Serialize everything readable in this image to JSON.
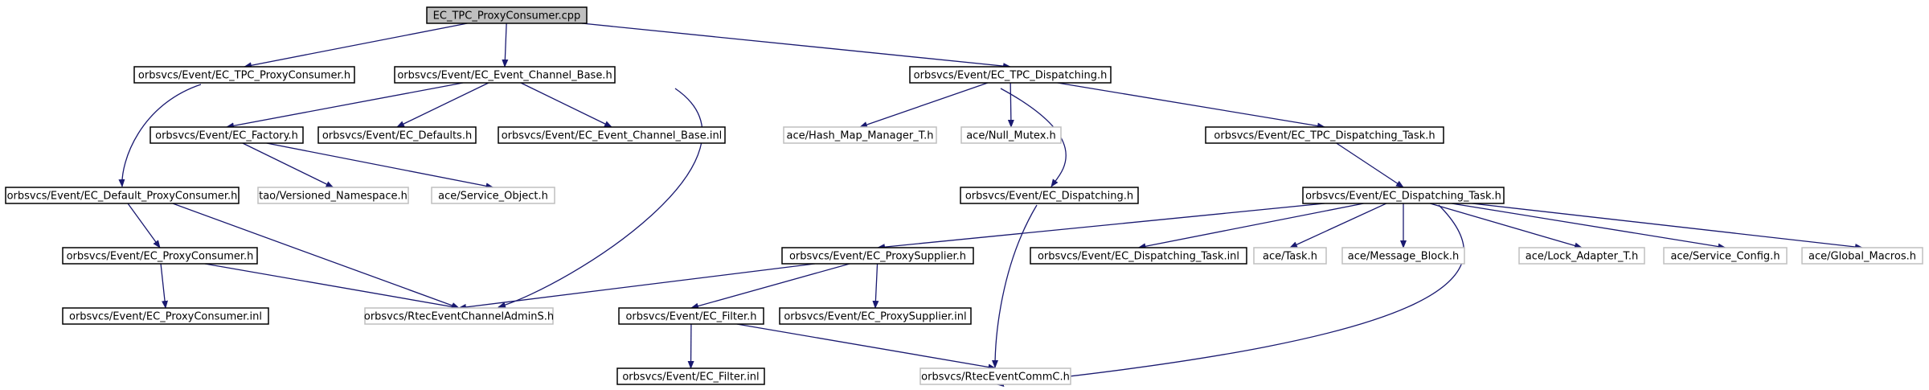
{
  "colors": {
    "edge": "#191970",
    "root_fill": "#bfbfbf",
    "box_stroke_solid": "#000000",
    "box_stroke_external": "#bfbfbf",
    "background": "#ffffff"
  },
  "nodes": [
    {
      "id": "ec_tpc_proxyconsumer_cpp",
      "label": "EC_TPC_ProxyConsumer.cpp",
      "kind": "root"
    },
    {
      "id": "ec_tpc_proxyconsumer_h",
      "label": "orbsvcs/Event/EC_TPC_ProxyConsumer.h",
      "kind": "solid"
    },
    {
      "id": "ec_event_channel_base_h",
      "label": "orbsvcs/Event/EC_Event_Channel_Base.h",
      "kind": "solid"
    },
    {
      "id": "ec_tpc_dispatching_h",
      "label": "orbsvcs/Event/EC_TPC_Dispatching.h",
      "kind": "solid"
    },
    {
      "id": "ec_factory_h",
      "label": "orbsvcs/Event/EC_Factory.h",
      "kind": "solid"
    },
    {
      "id": "ec_defaults_h",
      "label": "orbsvcs/Event/EC_Defaults.h",
      "kind": "solid"
    },
    {
      "id": "ec_event_channel_base_inl",
      "label": "orbsvcs/Event/EC_Event_Channel_Base.inl",
      "kind": "solid"
    },
    {
      "id": "hash_map_manager_t_h",
      "label": "ace/Hash_Map_Manager_T.h",
      "kind": "external"
    },
    {
      "id": "null_mutex_h",
      "label": "ace/Null_Mutex.h",
      "kind": "external"
    },
    {
      "id": "ec_tpc_dispatching_task_h",
      "label": "orbsvcs/Event/EC_TPC_Dispatching_Task.h",
      "kind": "solid"
    },
    {
      "id": "ec_default_proxyconsumer_h",
      "label": "orbsvcs/Event/EC_Default_ProxyConsumer.h",
      "kind": "solid"
    },
    {
      "id": "versioned_namespace_h",
      "label": "tao/Versioned_Namespace.h",
      "kind": "external"
    },
    {
      "id": "service_object_h",
      "label": "ace/Service_Object.h",
      "kind": "external"
    },
    {
      "id": "ec_dispatching_h",
      "label": "orbsvcs/Event/EC_Dispatching.h",
      "kind": "solid"
    },
    {
      "id": "ec_dispatching_task_h",
      "label": "orbsvcs/Event/EC_Dispatching_Task.h",
      "kind": "solid"
    },
    {
      "id": "ec_proxyconsumer_h",
      "label": "orbsvcs/Event/EC_ProxyConsumer.h",
      "kind": "solid"
    },
    {
      "id": "ec_proxysupplier_h",
      "label": "orbsvcs/Event/EC_ProxySupplier.h",
      "kind": "solid"
    },
    {
      "id": "ec_dispatching_task_inl",
      "label": "orbsvcs/Event/EC_Dispatching_Task.inl",
      "kind": "solid"
    },
    {
      "id": "task_h",
      "label": "ace/Task.h",
      "kind": "external"
    },
    {
      "id": "message_block_h",
      "label": "ace/Message_Block.h",
      "kind": "external"
    },
    {
      "id": "lock_adapter_t_h",
      "label": "ace/Lock_Adapter_T.h",
      "kind": "external"
    },
    {
      "id": "service_config_h",
      "label": "ace/Service_Config.h",
      "kind": "external"
    },
    {
      "id": "global_macros_h",
      "label": "ace/Global_Macros.h",
      "kind": "external"
    },
    {
      "id": "ec_proxyconsumer_inl",
      "label": "orbsvcs/Event/EC_ProxyConsumer.inl",
      "kind": "solid"
    },
    {
      "id": "rteceventchanneladmins_h",
      "label": "orbsvcs/RtecEventChannelAdminS.h",
      "kind": "external"
    },
    {
      "id": "ec_filter_h",
      "label": "orbsvcs/Event/EC_Filter.h",
      "kind": "solid"
    },
    {
      "id": "ec_proxysupplier_inl",
      "label": "orbsvcs/Event/EC_ProxySupplier.inl",
      "kind": "solid"
    },
    {
      "id": "ec_filter_inl",
      "label": "orbsvcs/Event/EC_Filter.inl",
      "kind": "solid"
    },
    {
      "id": "rteceventcommc_h",
      "label": "orbsvcs/RtecEventCommC.h",
      "kind": "external"
    }
  ],
  "edges": [
    {
      "from": "ec_tpc_proxyconsumer_cpp",
      "to": "ec_tpc_proxyconsumer_h"
    },
    {
      "from": "ec_tpc_proxyconsumer_cpp",
      "to": "ec_event_channel_base_h"
    },
    {
      "from": "ec_tpc_proxyconsumer_cpp",
      "to": "ec_tpc_dispatching_h"
    },
    {
      "from": "ec_tpc_proxyconsumer_h",
      "to": "ec_default_proxyconsumer_h"
    },
    {
      "from": "ec_event_channel_base_h",
      "to": "ec_factory_h"
    },
    {
      "from": "ec_event_channel_base_h",
      "to": "ec_defaults_h"
    },
    {
      "from": "ec_event_channel_base_h",
      "to": "ec_event_channel_base_inl"
    },
    {
      "from": "ec_event_channel_base_h",
      "to": "rteceventchanneladmins_h"
    },
    {
      "from": "ec_factory_h",
      "to": "versioned_namespace_h"
    },
    {
      "from": "ec_factory_h",
      "to": "service_object_h"
    },
    {
      "from": "ec_tpc_dispatching_h",
      "to": "hash_map_manager_t_h"
    },
    {
      "from": "ec_tpc_dispatching_h",
      "to": "null_mutex_h"
    },
    {
      "from": "ec_tpc_dispatching_h",
      "to": "ec_tpc_dispatching_task_h"
    },
    {
      "from": "ec_tpc_dispatching_h",
      "to": "ec_dispatching_h"
    },
    {
      "from": "ec_tpc_dispatching_task_h",
      "to": "ec_dispatching_task_h"
    },
    {
      "from": "ec_default_proxyconsumer_h",
      "to": "ec_proxyconsumer_h"
    },
    {
      "from": "ec_default_proxyconsumer_h",
      "to": "rteceventchanneladmins_h"
    },
    {
      "from": "ec_proxyconsumer_h",
      "to": "ec_proxyconsumer_inl"
    },
    {
      "from": "ec_proxyconsumer_h",
      "to": "rteceventchanneladmins_h"
    },
    {
      "from": "ec_dispatching_h",
      "to": "rteceventcommc_h"
    },
    {
      "from": "ec_dispatching_task_h",
      "to": "ec_proxysupplier_h"
    },
    {
      "from": "ec_dispatching_task_h",
      "to": "ec_dispatching_task_inl"
    },
    {
      "from": "ec_dispatching_task_h",
      "to": "task_h"
    },
    {
      "from": "ec_dispatching_task_h",
      "to": "message_block_h"
    },
    {
      "from": "ec_dispatching_task_h",
      "to": "lock_adapter_t_h"
    },
    {
      "from": "ec_dispatching_task_h",
      "to": "service_config_h"
    },
    {
      "from": "ec_dispatching_task_h",
      "to": "global_macros_h"
    },
    {
      "from": "ec_dispatching_task_h",
      "to": "rteceventcommc_h"
    },
    {
      "from": "ec_proxysupplier_h",
      "to": "rteceventchanneladmins_h"
    },
    {
      "from": "ec_proxysupplier_h",
      "to": "ec_filter_h"
    },
    {
      "from": "ec_proxysupplier_h",
      "to": "ec_proxysupplier_inl"
    },
    {
      "from": "ec_filter_h",
      "to": "ec_filter_inl"
    },
    {
      "from": "ec_filter_h",
      "to": "rteceventcommc_h"
    }
  ]
}
